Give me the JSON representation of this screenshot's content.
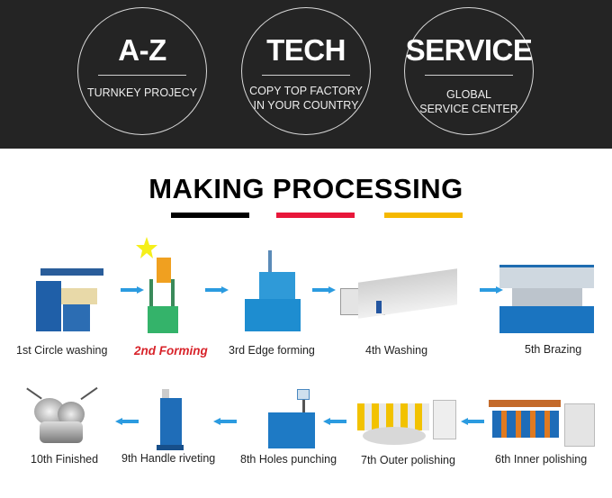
{
  "banner": {
    "circles": [
      {
        "title": "A-Z",
        "sub_lines": [
          "TURNKEY PROJECY"
        ]
      },
      {
        "title": "TECH",
        "sub_lines": [
          "COPY TOP FACTORY",
          "IN YOUR COUNTRY"
        ]
      },
      {
        "title": "SERVICE",
        "sub_lines": [
          "GLOBAL",
          "SERVICE CENTER"
        ]
      }
    ]
  },
  "section": {
    "title": "MAKING PROCESSING",
    "accent_colors": [
      "#000000",
      "#e8173a",
      "#f5b800"
    ]
  },
  "steps": [
    {
      "label": "1st Circle washing"
    },
    {
      "label": "2nd Forming",
      "highlight_color": "#d8232a"
    },
    {
      "label": "3rd Edge forming"
    },
    {
      "label": "4th Washing"
    },
    {
      "label": "5th Brazing"
    },
    {
      "label": "6th Inner polishing"
    },
    {
      "label": "7th Outer polishing"
    },
    {
      "label": "8th Holes punching"
    },
    {
      "label": "9th Handle riveting"
    },
    {
      "label": "10th Finished"
    }
  ]
}
